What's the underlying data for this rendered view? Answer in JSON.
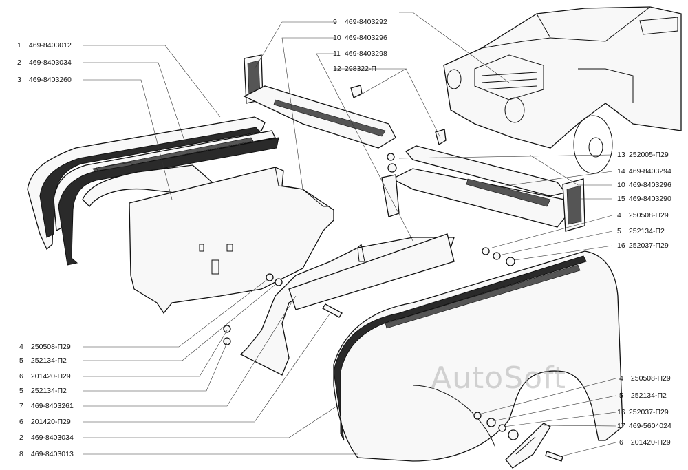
{
  "watermark": "AutoSoft",
  "callouts_left": [
    {
      "num": "1",
      "code": "469-8403012"
    },
    {
      "num": "2",
      "code": "469-8403034"
    },
    {
      "num": "3",
      "code": "469-8403260"
    }
  ],
  "callouts_top": [
    {
      "num": "9",
      "code": "469-8403292"
    },
    {
      "num": "10",
      "code": "469-8403296"
    },
    {
      "num": "11",
      "code": "469-8403298"
    },
    {
      "num": "12",
      "code": "298322-П"
    }
  ],
  "callouts_right": [
    {
      "num": "13",
      "code": "252005-П29"
    },
    {
      "num": "14",
      "code": "469-8403294"
    },
    {
      "num": "10",
      "code": "469-8403296"
    },
    {
      "num": "15",
      "code": "469-8403290"
    },
    {
      "num": "4",
      "code": "250508-П29"
    },
    {
      "num": "5",
      "code": "252134-П2"
    },
    {
      "num": "16",
      "code": "252037-П29"
    }
  ],
  "callouts_bottom_left": [
    {
      "num": "4",
      "code": "250508-П29"
    },
    {
      "num": "5",
      "code": "252134-П2"
    },
    {
      "num": "6",
      "code": "201420-П29"
    },
    {
      "num": "5",
      "code": "252134-П2"
    },
    {
      "num": "7",
      "code": "469-8403261"
    },
    {
      "num": "6",
      "code": "201420-П29"
    },
    {
      "num": "2",
      "code": "469-8403034"
    },
    {
      "num": "8",
      "code": "469-8403013"
    }
  ],
  "callouts_bottom_right": [
    {
      "num": "4",
      "code": "250508-П29"
    },
    {
      "num": "5",
      "code": "252134-П2"
    },
    {
      "num": "16",
      "code": "252037-П29"
    },
    {
      "num": "17",
      "code": "469-5604024"
    },
    {
      "num": "6",
      "code": "201420-П29"
    }
  ]
}
